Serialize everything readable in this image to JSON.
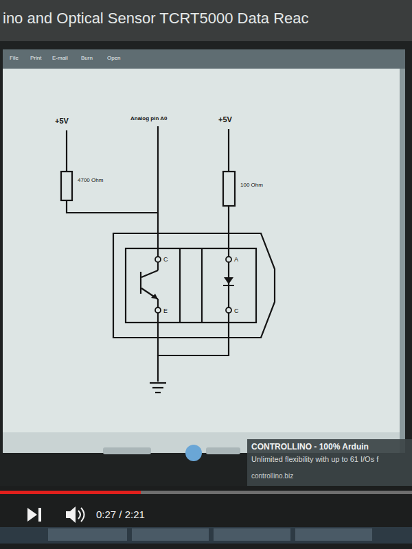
{
  "diagram": {
    "title": "ino and Optical Sensor TCRT5000 Data Reac",
    "labels": [
      "File",
      "Print",
      "E-mail",
      "Burn",
      "Open",
      "+5V",
      "4700 Ohm",
      "Analog pin A0",
      "+5V",
      "100 Ohm",
      "C",
      "E",
      "A",
      "C",
      "CONTROLLINO - 100% Arduin",
      "Unlimited flexibility with up to 61 I/Os f",
      "controllino.biz",
      "0:27 / 2:21"
    ]
  }
}
